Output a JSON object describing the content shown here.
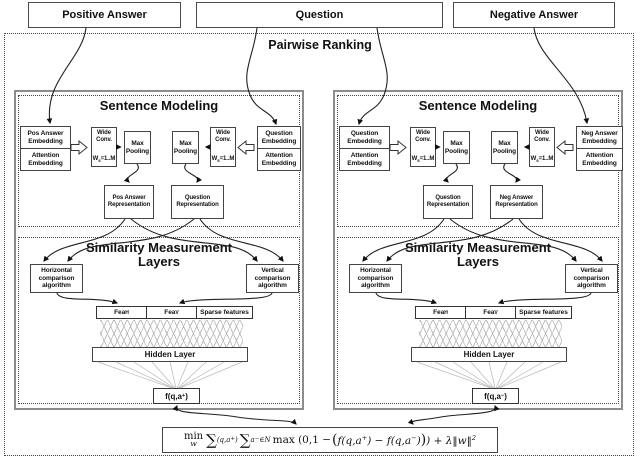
{
  "title": "Pairwise Ranking",
  "inputs": {
    "positive": "Positive Answer",
    "question": "Question",
    "negative": "Negative Answer"
  },
  "halves": {
    "left": {
      "sm_title": "Sentence Modeling",
      "sim_title1": "Similarity Measurement",
      "sim_title2": "Layers",
      "stack_l": {
        "t1": "Pos Answer",
        "t2": "Embedding",
        "a1": "Attention",
        "a2": "Embedding"
      },
      "stack_r": {
        "t1": "Question",
        "t2": "Embedding",
        "a1": "Attention",
        "a2": "Embedding"
      },
      "wide_conv": {
        "l1": "Wide",
        "l2": "Conv.",
        "w": "W",
        "w_sub": "s",
        "w_eq": "=1..M"
      },
      "max_pool": {
        "l1": "Max",
        "l2": "Pooling"
      },
      "rep_l": {
        "l1": "Pos Answer",
        "l2": "Representation"
      },
      "rep_r": {
        "l1": "Question",
        "l2": "Representation"
      },
      "horizontal": {
        "l1": "Horizontal",
        "l2": "comparison",
        "l3": "algorithm"
      },
      "vertical": {
        "l1": "Vertical",
        "l2": "comparison",
        "l3": "algorithm"
      },
      "fea_h": {
        "base": "Fea",
        "sub": "H"
      },
      "fea_v": {
        "base": "Fea",
        "sub": "V"
      },
      "sparse": "Sparse features",
      "hidden": "Hidden Layer",
      "score": {
        "pre": "f(q,a",
        "sup": "+",
        "post": ")"
      }
    },
    "right": {
      "sm_title": "Sentence Modeling",
      "sim_title1": "Similarity Measurement",
      "sim_title2": "Layers",
      "stack_l": {
        "t1": "Question",
        "t2": "Embedding",
        "a1": "Attention",
        "a2": "Embedding"
      },
      "stack_r": {
        "t1": "Neg Answer",
        "t2": "Embedding",
        "a1": "Attention",
        "a2": "Embedding"
      },
      "wide_conv": {
        "l1": "Wide",
        "l2": "Conv.",
        "w": "W",
        "w_sub": "s",
        "w_eq": "=1..M"
      },
      "max_pool": {
        "l1": "Max",
        "l2": "Pooling"
      },
      "rep_l": {
        "l1": "Question",
        "l2": "Representation"
      },
      "rep_r": {
        "l1": "Neg Answer",
        "l2": "Representation"
      },
      "horizontal": {
        "l1": "Horizontal",
        "l2": "comparison",
        "l3": "algorithm"
      },
      "vertical": {
        "l1": "Vertical",
        "l2": "comparison",
        "l3": "algorithm"
      },
      "fea_h": {
        "base": "Fea",
        "sub": "H"
      },
      "fea_v": {
        "base": "Fea",
        "sub": "V"
      },
      "sparse": "Sparse features",
      "hidden": "Hidden Layer",
      "score": {
        "pre": "f(q,a",
        "sup": "−",
        "post": ")"
      }
    }
  },
  "formula": {
    "min": "min",
    "min_sub": "w",
    "sigma": "∑",
    "s1_pre": "(q,a",
    "s1_sup": "+",
    "s1_post": ")",
    "s2_pre": "a",
    "s2_sup": "−",
    "s2_post": "∈N",
    "max": "max (0,1 −",
    "open": "(",
    "f1_pre": "f(q,a",
    "f1_sup": "+",
    "f_mid": ") − f(q,a",
    "f2_sup": "−",
    "f_post": ")",
    "close": ")",
    "tail": ") + λ‖w‖",
    "tail_sup": "2"
  }
}
